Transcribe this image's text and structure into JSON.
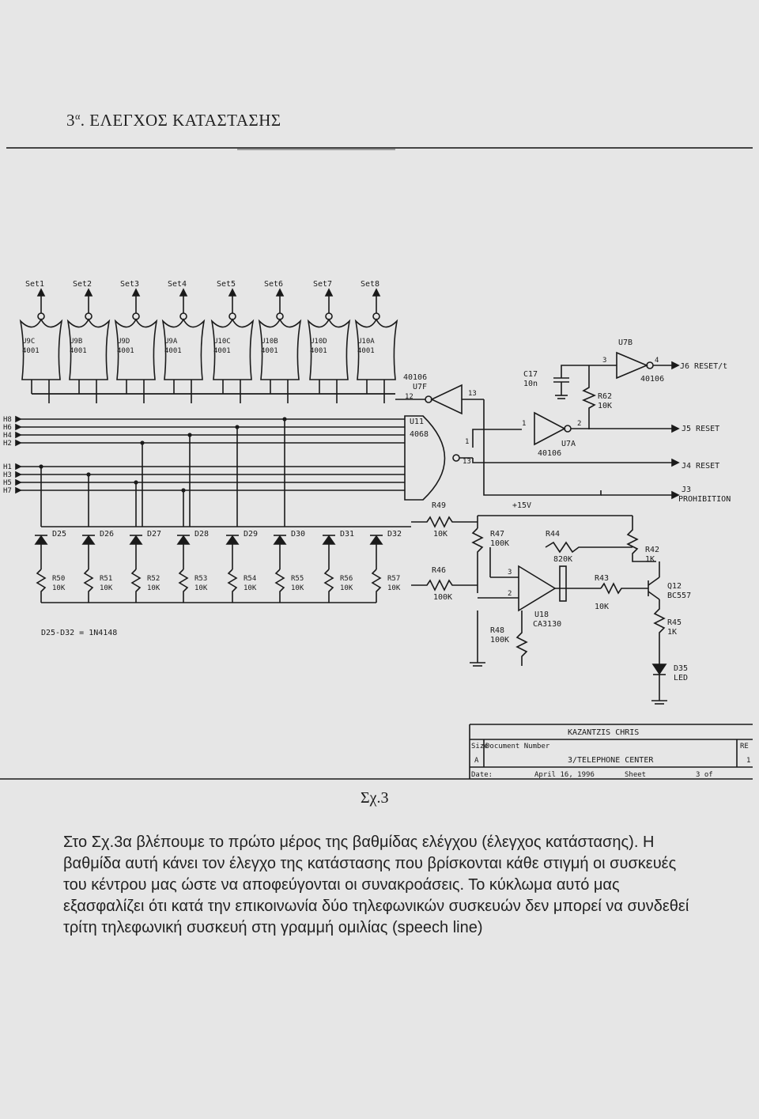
{
  "heading": {
    "number": "3",
    "sup": "α",
    "text": ". ΕΛΕΓΧΟΣ ΚΑΤΑΣΤΑΣΗΣ"
  },
  "schematic": {
    "set_labels": [
      "Set1",
      "Set2",
      "Set3",
      "Set4",
      "Set5",
      "Set6",
      "Set7",
      "Set8"
    ],
    "gate_ids": [
      "U9C",
      "U9B",
      "U9D",
      "U9A",
      "U10C",
      "U10B",
      "U10D",
      "U10A"
    ],
    "gate_type": "4001",
    "h_inputs": [
      "H8",
      "H6",
      "H4",
      "H2",
      "H1",
      "H3",
      "H5",
      "H7"
    ],
    "diodes": [
      "D25",
      "D26",
      "D27",
      "D28",
      "D29",
      "D30",
      "D31",
      "D32"
    ],
    "resistors": [
      "R50",
      "R51",
      "R52",
      "R53",
      "R54",
      "R55",
      "R56",
      "R57"
    ],
    "res_value": "10K",
    "diode_note": "D25-D32 = 1N4148",
    "u7f": "40106",
    "u7f_id": "U7F",
    "u11": "U11",
    "u11_type": "4068",
    "c17": "C17",
    "c17_val": "10n",
    "r62": "R62",
    "r62_val": "10K",
    "u7b": "U7B",
    "u7b_type": "40106",
    "u7a": "U7A",
    "u7a_type": "40106",
    "j6": "J6 RESET/t",
    "j5": "J5  RESET",
    "j4": "J4  RESET",
    "j3": "J3",
    "j3b": "PROHIBITION",
    "r49": "R49",
    "r49v": "10K",
    "r46": "R46",
    "r46v": "100K",
    "vcc": "+15V",
    "r47": "R47",
    "r47v": "100K",
    "r44": "R44",
    "r44v": "820K",
    "r42": "R42",
    "r42v": "1K",
    "r43": "R43",
    "r43v": "10K",
    "u18": "U18",
    "u18t": "CA3130",
    "r48": "R48",
    "r48v": "100K",
    "q12": "Q12",
    "q12t": "BC557",
    "r45": "R45",
    "r45v": "1K",
    "d35": "D35",
    "d35t": "LED",
    "title_block": {
      "author": "KAZANTZIS CHRIS",
      "size_label": "Size",
      "doc_label": "Document Number",
      "size": "A",
      "doc": "3/TELEPHONE CENTER",
      "date_label": "Date:",
      "date": "April 16, 1996",
      "sheet_label": "Sheet",
      "sheet": "3 of",
      "rev_label": "RE",
      "rev": "1"
    }
  },
  "caption": "Σχ.3",
  "paragraph": "Στο Σχ.3α βλέπουμε το πρώτο μέρος της βαθμίδας ελέγχου (έλεγχος κατάστασης). Η βαθμίδα αυτή κάνει τον έλεγχο της κατάστασης που βρίσκονται κάθε στιγμή οι συσκευές του κέντρου μας ώστε να αποφεύγονται οι συνακροάσεις. Το κύκλωμα αυτό μας εξασφαλίζει ότι κατά την επικοινωνία δύο τηλεφωνικών συσκευών δεν μπορεί να συνδεθεί τρίτη τηλεφωνική συσκευή στη γραμμή ομιλίας (speech line)"
}
